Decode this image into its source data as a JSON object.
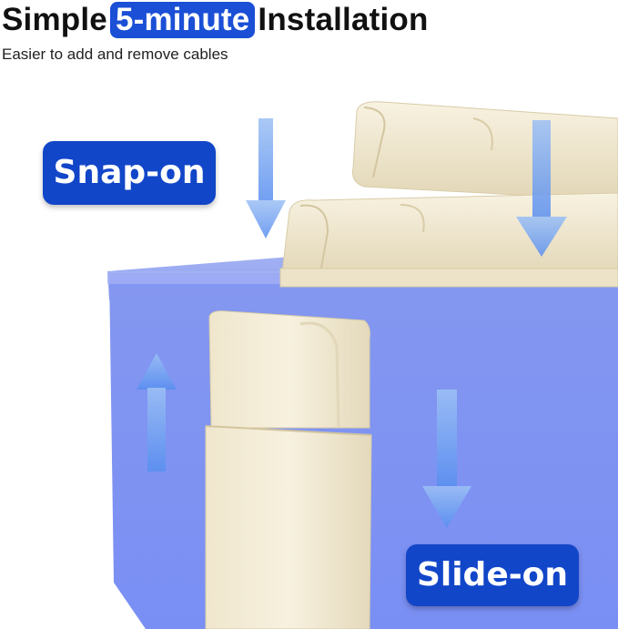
{
  "header": {
    "title_prefix": "Simple",
    "title_highlight": "5-minute",
    "title_suffix": "Installation",
    "subtitle": "Easier to add and remove cables"
  },
  "labels": {
    "snap_on": "Snap-on",
    "slide_on": "Slide-on"
  },
  "colors": {
    "accent": "#1246c9",
    "box_blue": "#7d90f2",
    "raceway_cream": "#f2ead2",
    "arrow_blue": "#6fa0f0"
  },
  "icons": [
    "down-arrow-icon",
    "up-arrow-icon"
  ]
}
